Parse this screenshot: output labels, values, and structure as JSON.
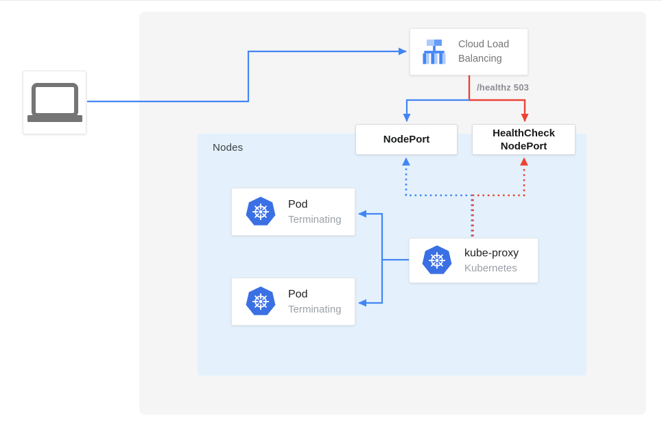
{
  "nodes_group": {
    "label": "Nodes"
  },
  "clb": {
    "title": "Cloud Load Balancing"
  },
  "edge_labels": {
    "healthz": "/healthz 503"
  },
  "nodeport": {
    "title": "NodePort"
  },
  "healthcheck_nodeport": {
    "title": "HealthCheck NodePort"
  },
  "pods": [
    {
      "title": "Pod",
      "subtitle": "Terminating"
    },
    {
      "title": "Pod",
      "subtitle": "Terminating"
    }
  ],
  "kube_proxy": {
    "title": "kube-proxy",
    "subtitle": "Kubernetes"
  },
  "icons": {
    "client": "laptop-icon",
    "load_balancer": "load-balancer-icon",
    "kubernetes": "kubernetes-helm-icon"
  },
  "colors": {
    "blue": "#4285f4",
    "red": "#ea4335",
    "kubernetes_blue": "#3b70e4",
    "gray_panel_bg": "#f5f5f6",
    "nodes_panel_bg": "#e4f1fc",
    "laptop_gray": "#757575",
    "lb_icon_light_blue": "#aecbfa",
    "lb_icon_mid_blue": "#669df6",
    "muted_text": "#9aa0a6"
  }
}
